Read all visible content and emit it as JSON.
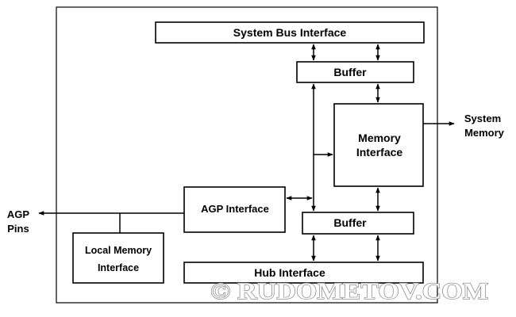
{
  "blocks": {
    "system_bus_interface": "System Bus Interface",
    "buffer_top": "Buffer",
    "memory_interface": [
      "Memory",
      "Interface"
    ],
    "agp_interface": "AGP Interface",
    "buffer_bottom": "Buffer",
    "local_memory_interface": [
      "Local Memory",
      "Interface"
    ],
    "hub_interface": "Hub Interface"
  },
  "external": {
    "agp_pins": [
      "AGP",
      "Pins"
    ],
    "system_memory": [
      "System",
      "Memory"
    ]
  },
  "watermark": "© RUDOMETOV.COM",
  "colors": {
    "line": "#000000",
    "fill": "#ffffff",
    "watermark_outline": "#7a7a7a"
  }
}
